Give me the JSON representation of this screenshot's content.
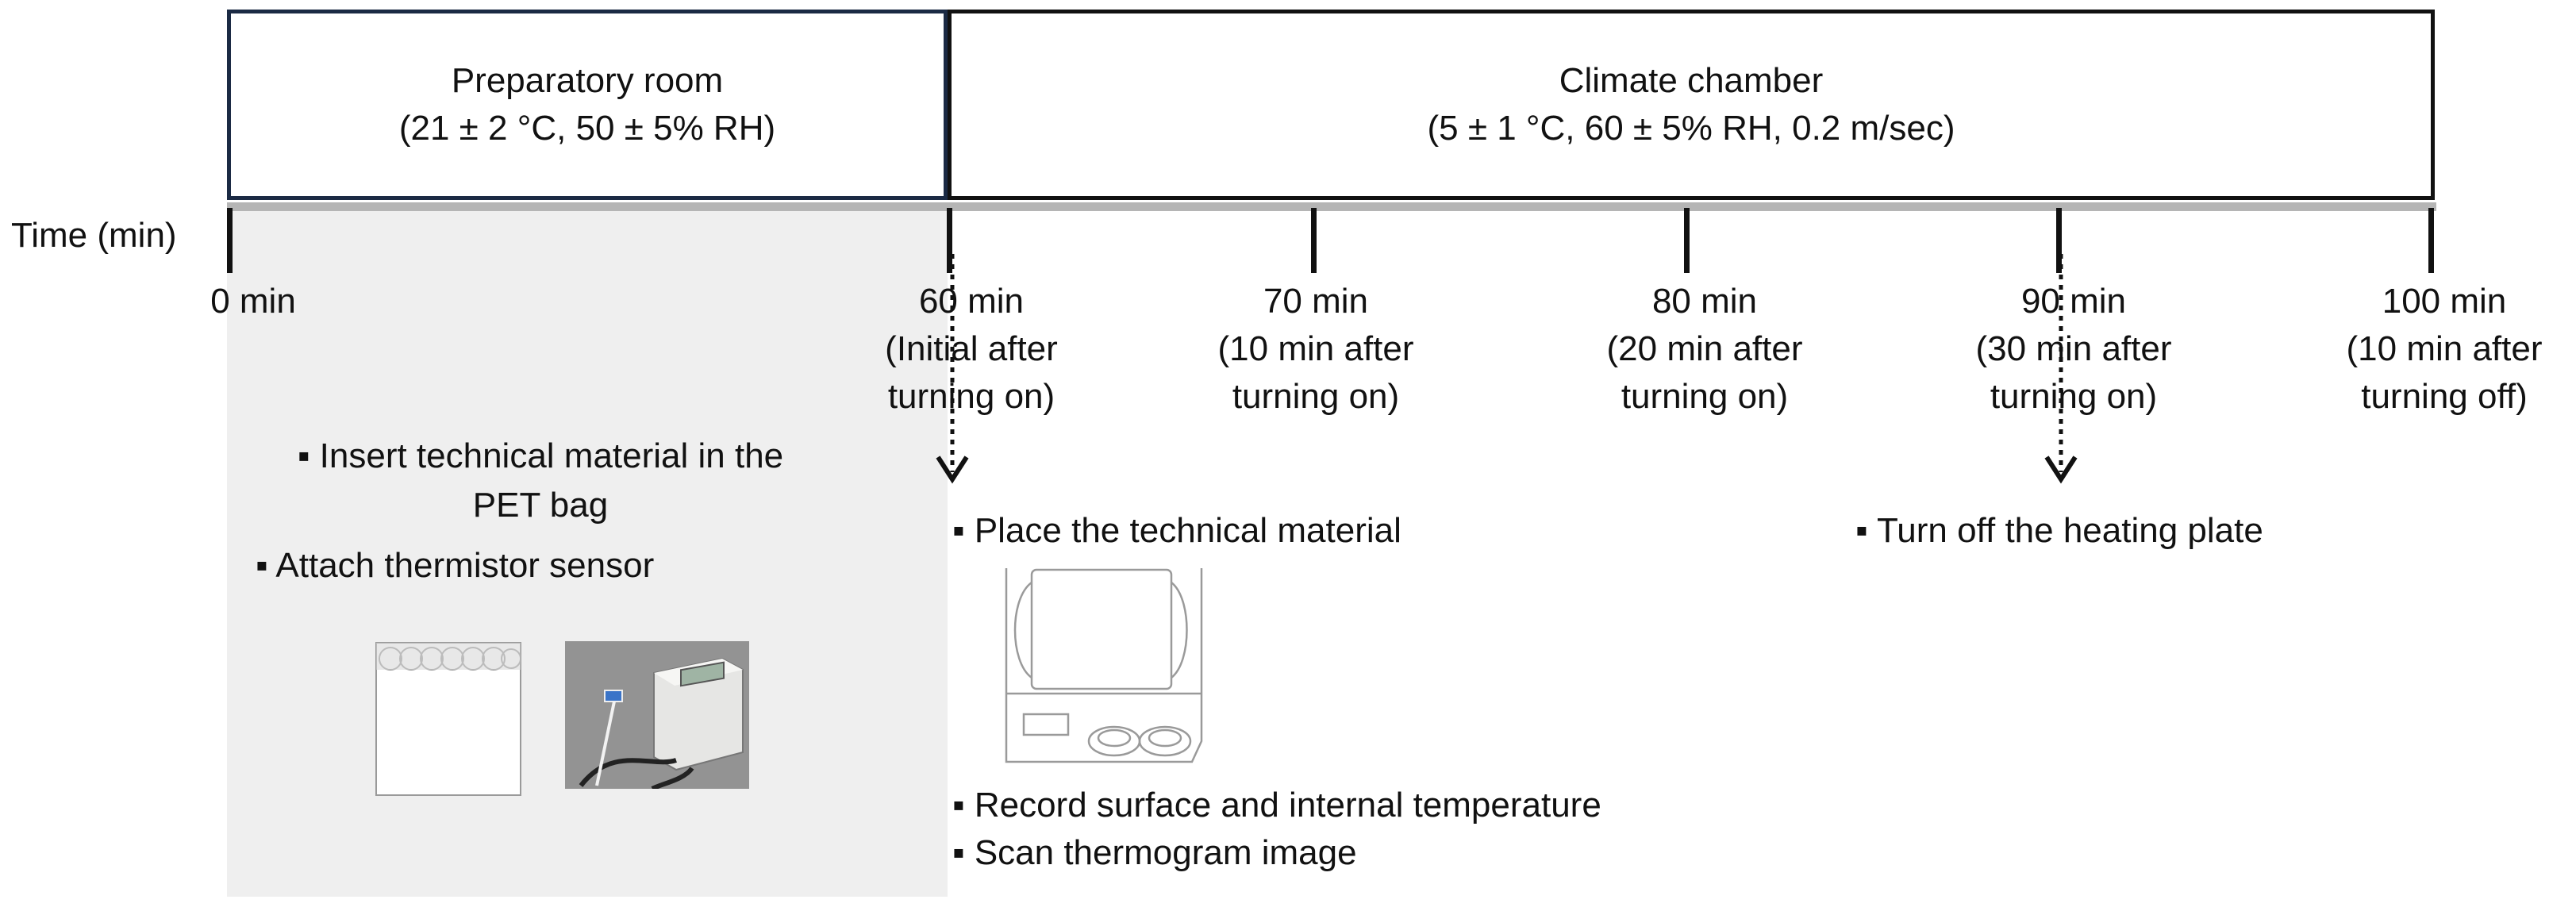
{
  "phases": {
    "prep": {
      "title": "Preparatory room",
      "conditions": "(21 ± 2 °C, 50 ± 5% RH)"
    },
    "climate": {
      "title": "Climate chamber",
      "conditions": "(5 ± 1 °C, 60 ± 5% RH, 0.2 m/sec)"
    }
  },
  "axis": {
    "label": "Time (min)",
    "ticks": [
      {
        "label": "0 min",
        "note1": "",
        "note2": ""
      },
      {
        "label": "60 min",
        "note1": "(Initial after",
        "note2": "turning on)"
      },
      {
        "label": "70 min",
        "note1": "(10 min after",
        "note2": "turning on)"
      },
      {
        "label": "80 min",
        "note1": "(20 min after",
        "note2": "turning on)"
      },
      {
        "label": "90 min",
        "note1": "(30 min after",
        "note2": "turning on)"
      },
      {
        "label": "100 min",
        "note1": "(10 min after",
        "note2": "turning off)"
      }
    ]
  },
  "steps": {
    "prep_1a": "▪ Insert technical material in the",
    "prep_1b": "PET bag",
    "prep_2": "▪ Attach thermistor sensor",
    "at60_1": "▪ Place the technical material",
    "at60_2": "▪ Record surface and internal temperature",
    "at60_3": "▪ Scan thermogram image",
    "at90_1": "▪ Turn off the heating plate"
  },
  "images": {
    "pet_bag": "pet-bag-illustration",
    "thermistor": "thermistor-sensor-photo",
    "heating_plate": "heating-plate-illustration"
  }
}
